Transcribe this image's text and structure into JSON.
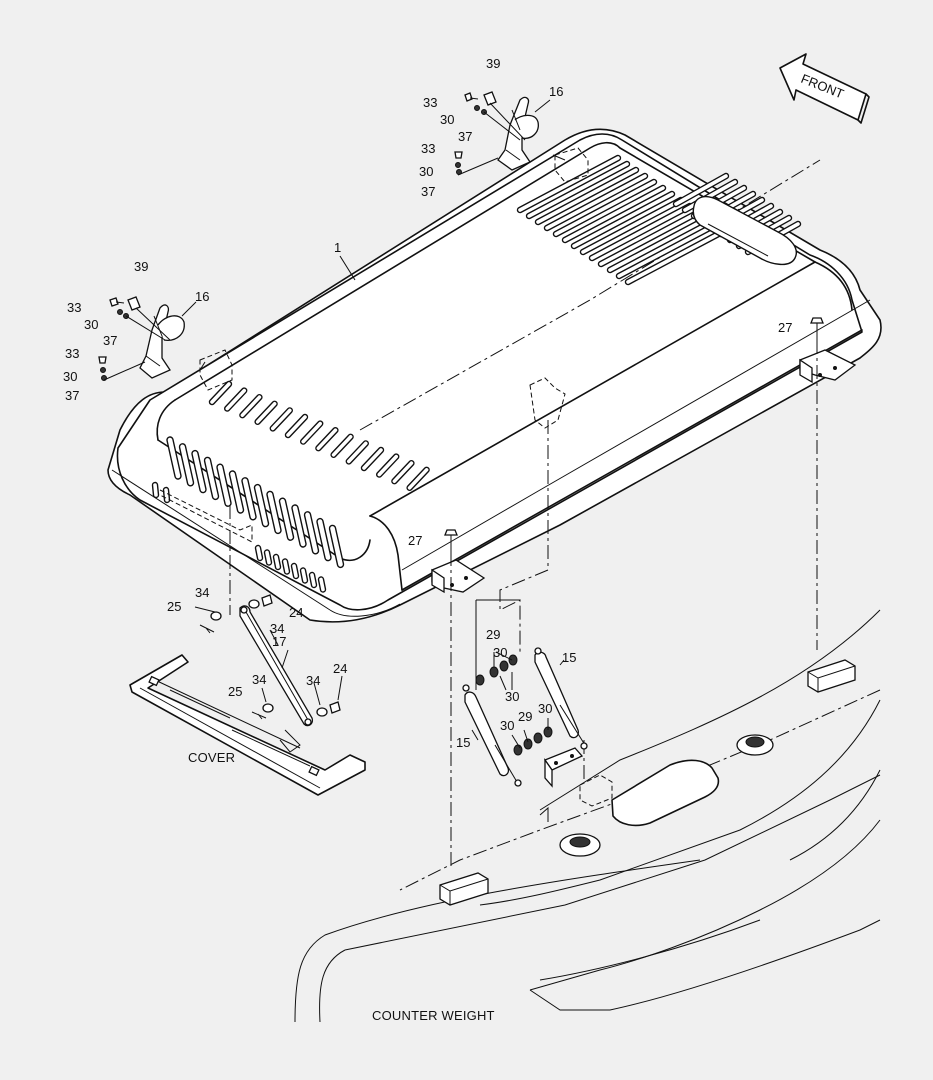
{
  "diagram": {
    "direction_label": "FRONT",
    "captions": {
      "cover": "COVER",
      "counter_weight": "COUNTER WEIGHT"
    },
    "callouts": {
      "main_cover": "1",
      "stay_left": "17",
      "hinge_top_bolt": "39",
      "hinge_top_bracket": "16",
      "hinge_top_b1": "33",
      "hinge_top_w1": "30",
      "hinge_top_lw1": "37",
      "hinge_top_b2": "33",
      "hinge_top_w2": "30",
      "hinge_top_lw2": "37",
      "hinge_left_bolt": "39",
      "hinge_left_bracket": "16",
      "hinge_left_b1": "33",
      "hinge_left_w1": "30",
      "hinge_left_lw1": "37",
      "hinge_left_b2": "33",
      "hinge_left_w2": "30",
      "hinge_left_lw2": "37",
      "rest_bolt_right": "27",
      "rest_bolt_center": "27",
      "stay_pin_top": "25",
      "stay_washer_top": "34",
      "stay_washer_top2": "34",
      "stay_bolt_top": "24",
      "stay_pin_bottom": "25",
      "stay_washer_bottom": "34",
      "stay_washer_bottom2": "34",
      "stay_bolt_bottom": "24",
      "gas_spring_right": "15",
      "gas_spring_left": "15",
      "spring_spacer_top": "29",
      "spring_washer_top": "30",
      "spring_washer_mid": "30",
      "spring_washer_bot1": "30",
      "spring_spacer_bot": "29",
      "spring_washer_bot2": "30"
    }
  }
}
